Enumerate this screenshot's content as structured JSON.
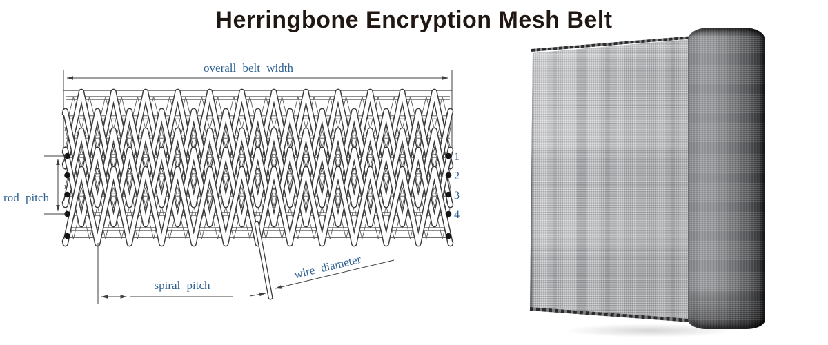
{
  "title": "Herringbone Encryption Mesh Belt",
  "diagram": {
    "label_overall_belt_width": "overall belt width",
    "label_rod_pitch": "rod pitch",
    "label_spiral_pitch": "spiral pitch",
    "label_wire_diameter": "wire diameter",
    "rod_numbers": [
      "1",
      "2",
      "3",
      "4"
    ],
    "colors": {
      "label_text": "#2e6093",
      "line": "#3f3f3f",
      "wire_fill": "#ffffff",
      "rod_end_dot": "#141414"
    }
  },
  "photo": {
    "alt": "rolled metal mesh belt",
    "colors": {
      "sheet_light": "#c8c9cb",
      "sheet_base": "#afb0b3",
      "sheet_dark": "#9b9c9f",
      "roll_light": "#9b9c9f",
      "roll_dark": "#2e2f31",
      "edge_dark": "#2c2c2e"
    }
  }
}
